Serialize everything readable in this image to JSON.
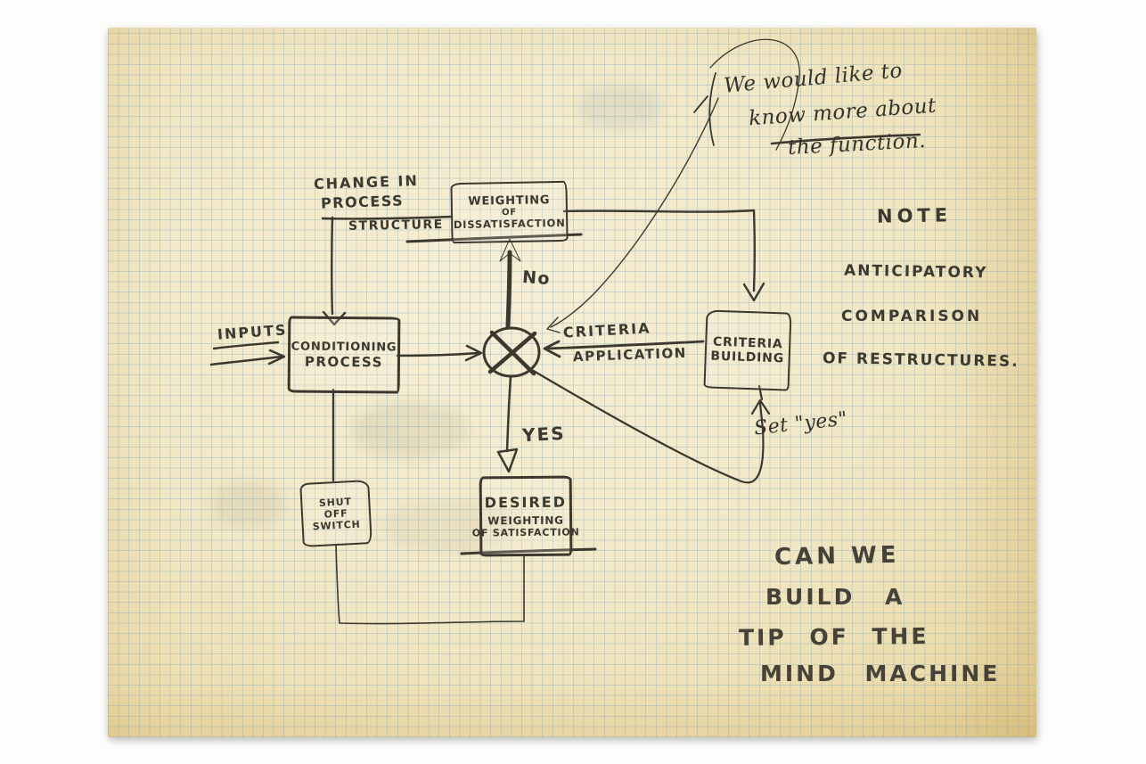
{
  "note_cursive": {
    "line1": "We would like to",
    "line2": "know more about",
    "line3": "the function."
  },
  "flow": {
    "change_in": "CHANGE IN",
    "process": "PROCESS",
    "structure": "STRUCTURE",
    "inputs": "INPUTS",
    "no": "No",
    "yes": "YES",
    "criteria": "CRITERIA",
    "application": "APPLICATION",
    "set_yes": "Set \"yes\""
  },
  "boxes": {
    "weighting": {
      "line1": "WEIGHTING",
      "line2": "OF",
      "line3": "DISSATISFACTION"
    },
    "conditioning": {
      "line1": "CONDITIONING",
      "line2": "PROCESS"
    },
    "criteria_building": {
      "line1": "CRITERIA",
      "line2": "BUILDING"
    },
    "desired": {
      "line1": "DESIRED",
      "line2": "WEIGHTING",
      "line3": "OF SATISFACTION"
    },
    "shutoff": {
      "line1": "SHUT",
      "line2": "OFF",
      "line3": "SWITCH"
    }
  },
  "side_note": {
    "line1": "NOTE",
    "line2": "ANTICIPATORY",
    "line3": "COMPARISON",
    "line4": "OF RESTRUCTURES."
  },
  "question": {
    "line1": "CAN WE",
    "line2": "BUILD A",
    "line3": "TIP OF THE",
    "line4": "MIND MACHINE"
  },
  "colors": {
    "paper": "#f2e8c6",
    "grid": "#9ec0cf",
    "ink": "#3c382e",
    "faint_pencil": "#928c7a"
  }
}
